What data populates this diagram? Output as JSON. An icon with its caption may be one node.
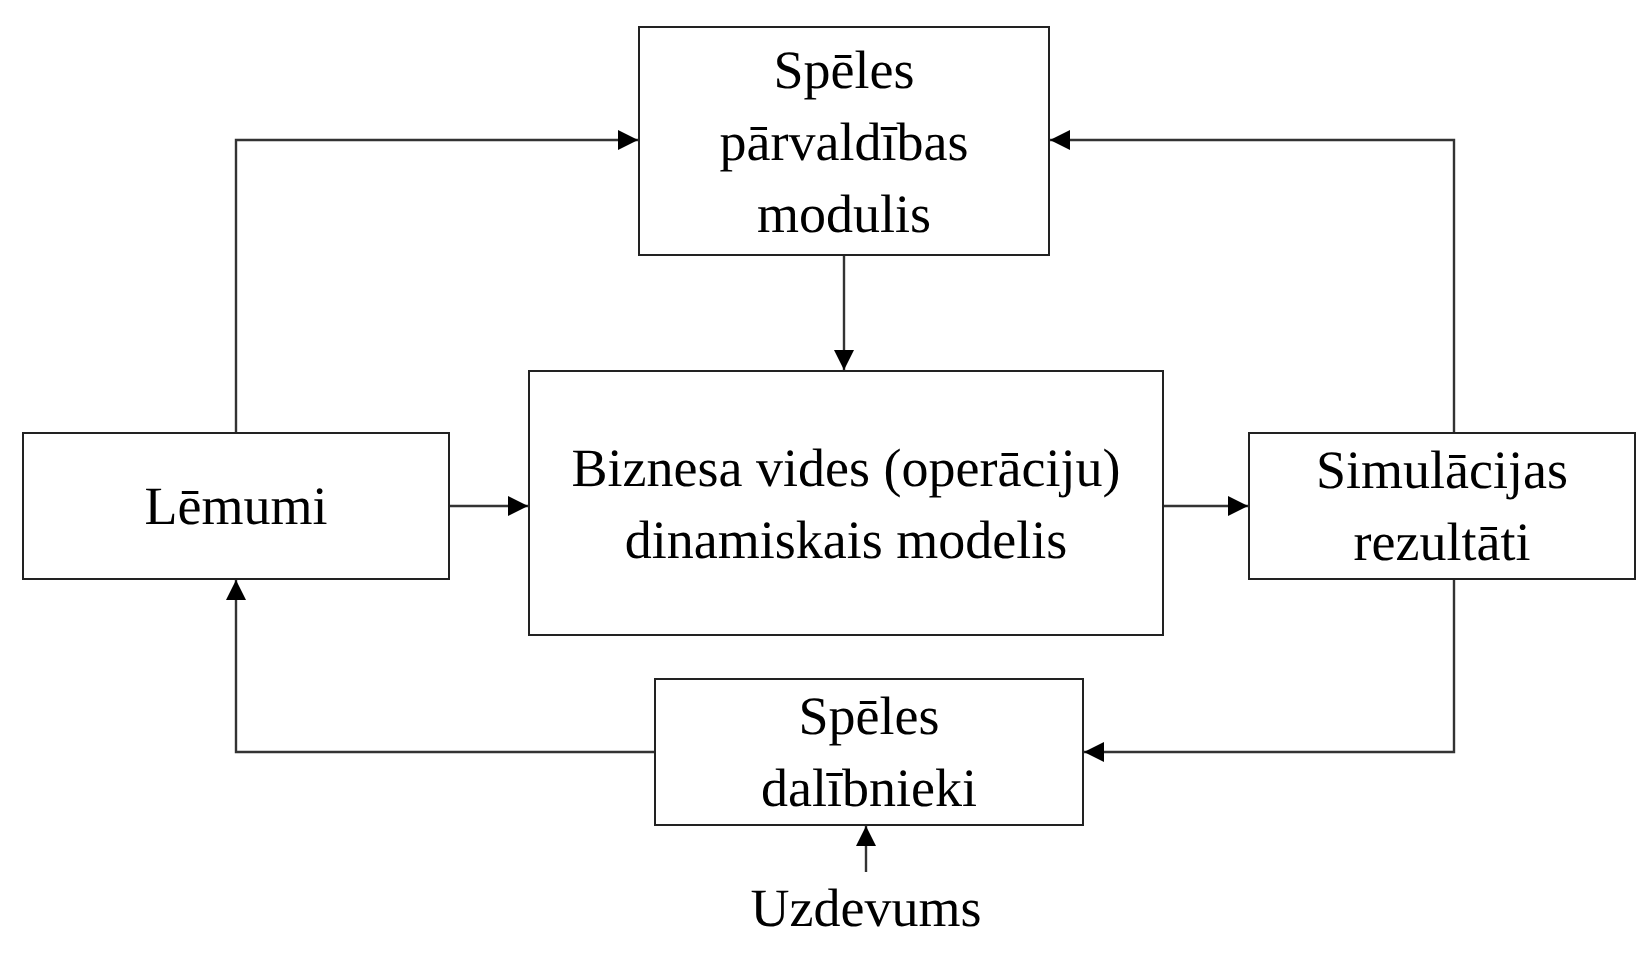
{
  "diagram": {
    "nodes": [
      {
        "text": [
          "Spēles pārvaldības modulis"
        ]
      },
      {
        "text": [
          "Lēmumi"
        ]
      },
      {
        "text": [
          "Biznesa vides (operāciju) dinamiskais modelis"
        ]
      },
      {
        "text": [
          "Simulācijas rezultāti"
        ]
      },
      {
        "text": [
          "Spēles dalībnieki"
        ]
      },
      {
        "text": [
          "Uzdevums"
        ]
      }
    ],
    "edges": [
      {
        "from": 1,
        "to": 0,
        "arrow": "to"
      },
      {
        "from": 3,
        "to": 0,
        "arrow": "to"
      },
      {
        "from": 0,
        "to": 2,
        "arrow": "to"
      },
      {
        "from": 1,
        "to": 2,
        "arrow": "to"
      },
      {
        "from": 2,
        "to": 3,
        "arrow": "to"
      },
      {
        "from": 3,
        "to": 4,
        "arrow": "to"
      },
      {
        "from": 4,
        "to": 1,
        "arrow": "to"
      },
      {
        "from": 5,
        "to": 4,
        "arrow": "to"
      }
    ]
  }
}
